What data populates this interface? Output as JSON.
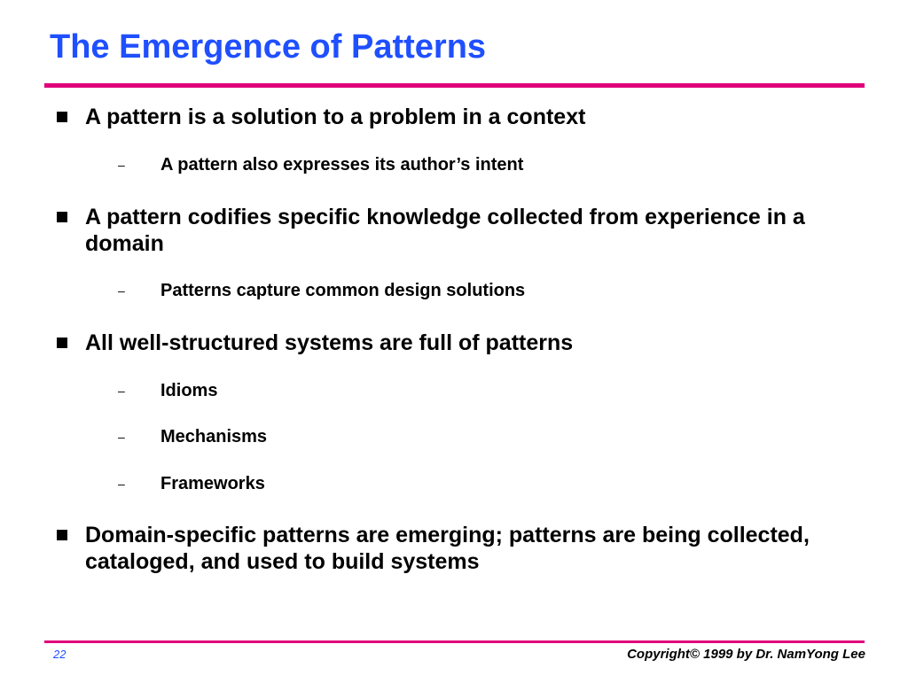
{
  "slide": {
    "title": "The Emergence of Patterns",
    "accent_color": "#e0007a",
    "title_color": "#1f4fff",
    "bullets": [
      {
        "text": "A pattern is a solution to a problem in a context",
        "subs": [
          "A pattern also expresses its author’s intent"
        ]
      },
      {
        "text": "A pattern codifies specific knowledge collected from experience in a domain",
        "subs": [
          "Patterns capture common design solutions"
        ]
      },
      {
        "text": "All well-structured systems are full of patterns",
        "subs": [
          "Idioms",
          "Mechanisms",
          "Frameworks"
        ]
      },
      {
        "text": "Domain-specific patterns are emerging; patterns are being collected, cataloged, and used to build systems",
        "subs": []
      }
    ],
    "markers": {
      "level1_icon": "square-bullet-icon",
      "level2_glyph": "–"
    }
  },
  "footer": {
    "page_number": "22",
    "copyright": "Copyright© 1999 by Dr. NamYong Lee"
  }
}
